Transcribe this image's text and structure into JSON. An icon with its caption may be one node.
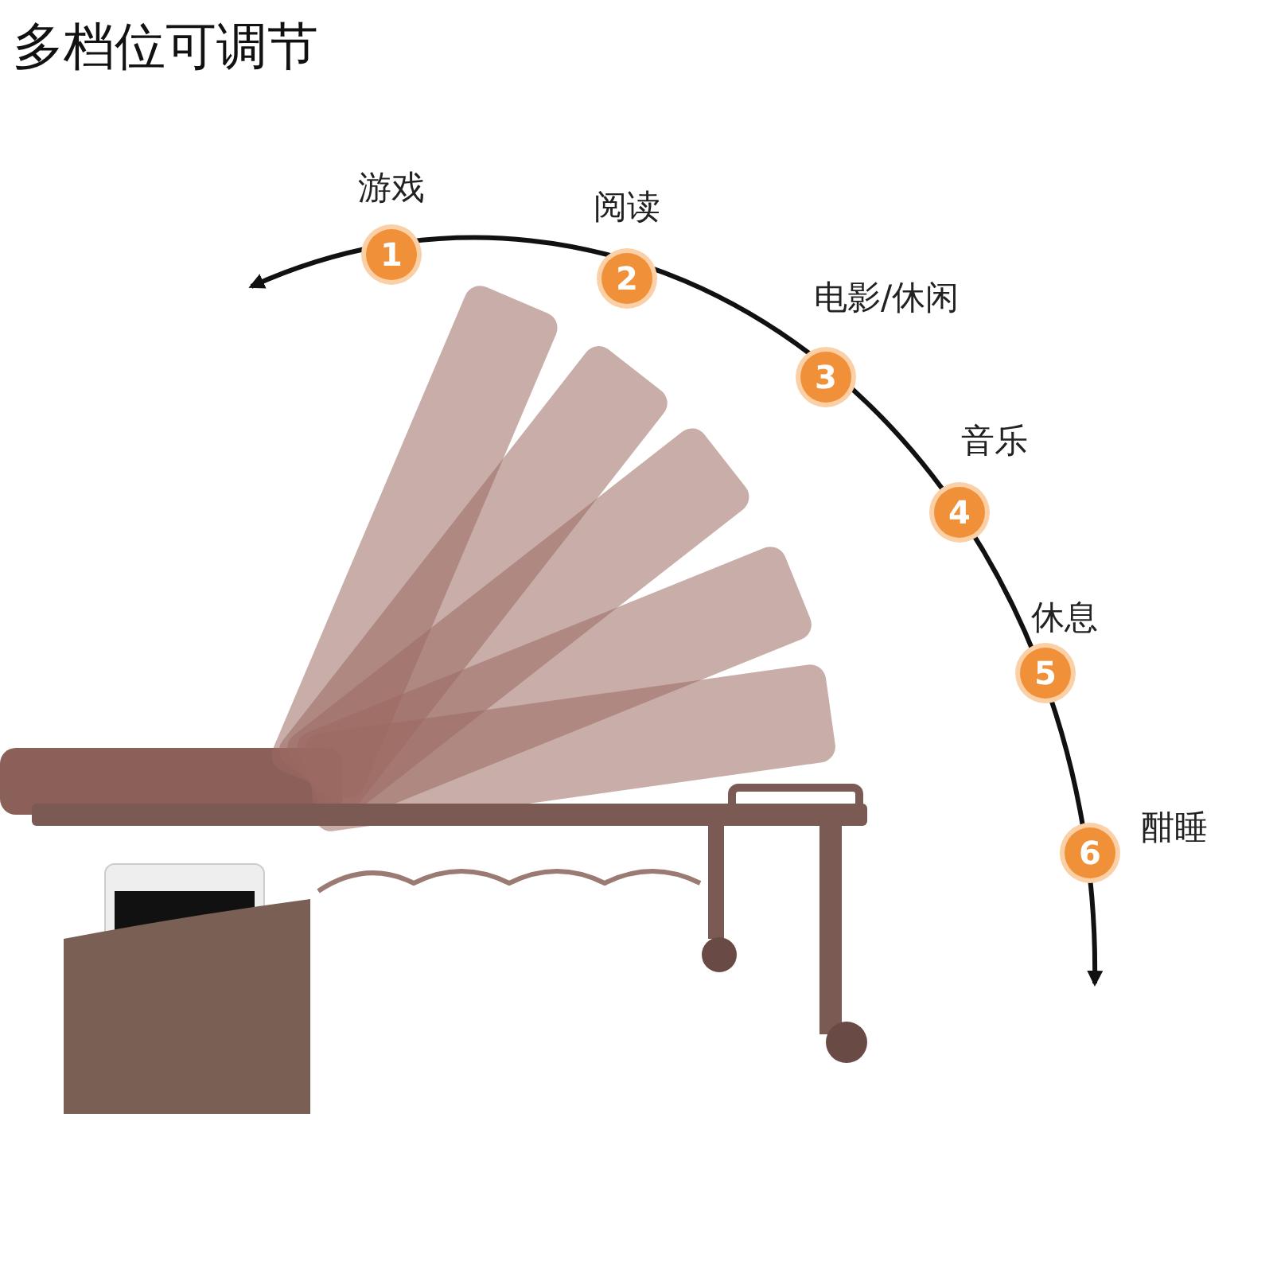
{
  "diagram": {
    "title": "多档位可调节",
    "nodes": [
      {
        "text": [
          "1"
        ],
        "beside": [
          "游戏"
        ]
      },
      {
        "text": [
          "2"
        ],
        "beside": [
          "阅读"
        ]
      },
      {
        "text": [
          "3"
        ],
        "beside": [
          "电影/休闲"
        ]
      },
      {
        "text": [
          "4"
        ],
        "beside": [
          "音乐"
        ]
      },
      {
        "text": [
          "5"
        ],
        "beside": [
          "休息"
        ]
      },
      {
        "text": [
          "6"
        ],
        "beside": [
          "酣睡"
        ]
      }
    ]
  }
}
